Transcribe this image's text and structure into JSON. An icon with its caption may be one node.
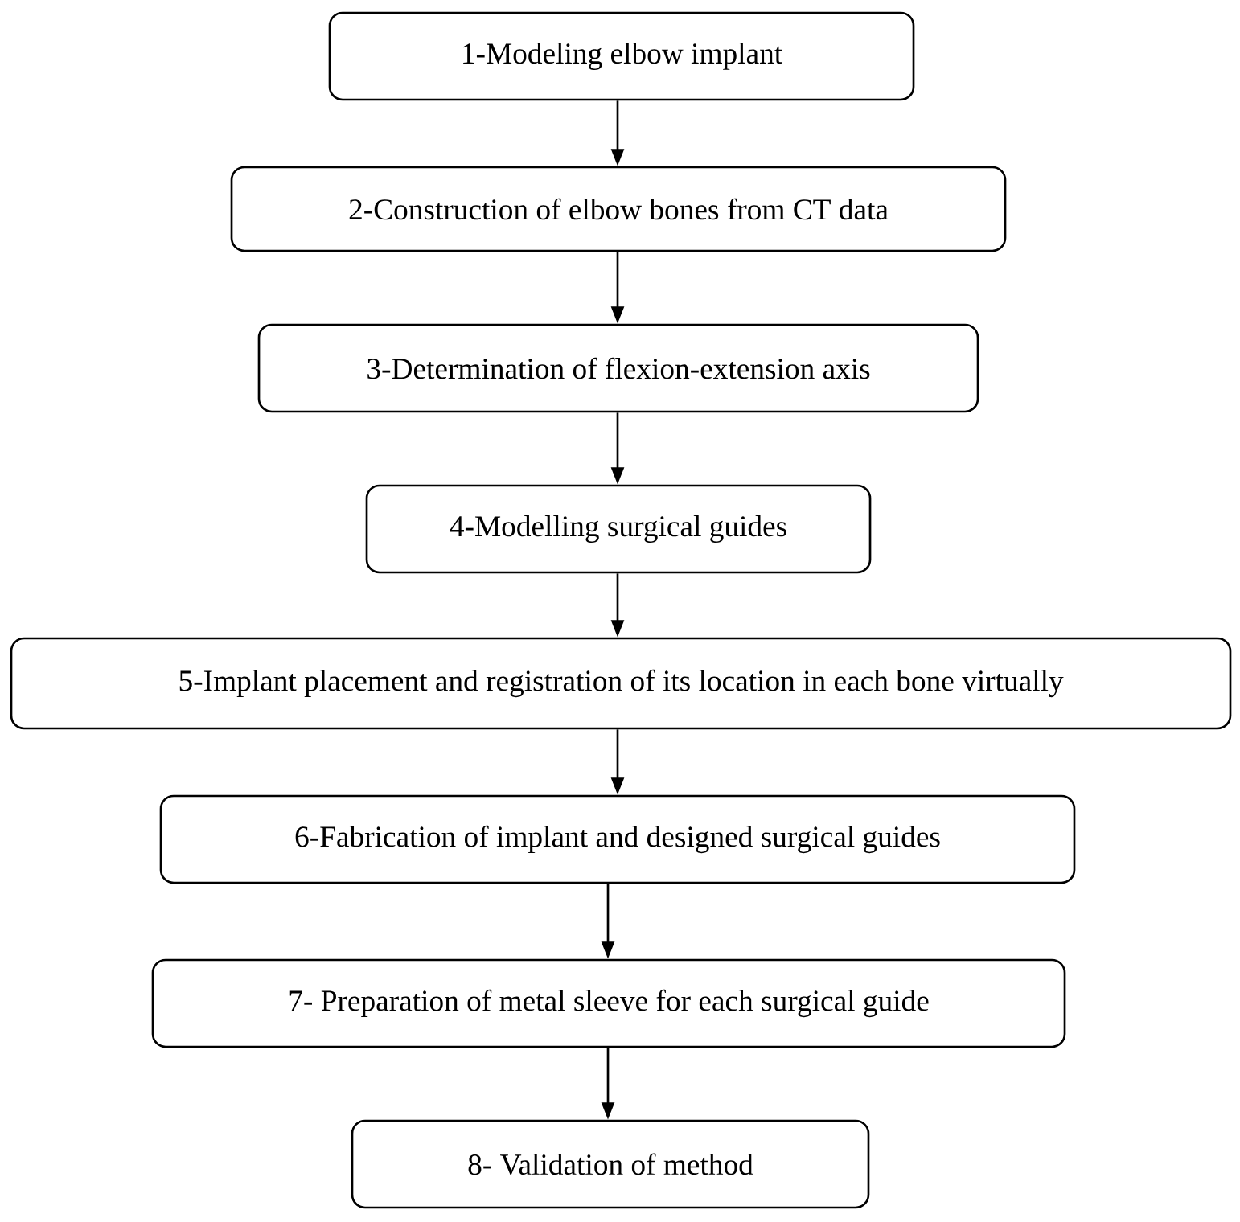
{
  "diagram": {
    "nodes": [
      {
        "text": [
          "1-Modeling elbow implant"
        ]
      },
      {
        "text": [
          "2-Construction of elbow bones from CT data"
        ]
      },
      {
        "text": [
          "3-Determination of flexion-extension axis"
        ]
      },
      {
        "text": [
          "4-Modelling surgical guides"
        ]
      },
      {
        "text": [
          "5-Implant placement and registration of its location in each bone virtually"
        ]
      },
      {
        "text": [
          "6-Fabrication of implant and designed surgical guides"
        ]
      },
      {
        "text": [
          "7- Preparation of metal sleeve for each surgical guide"
        ]
      },
      {
        "text": [
          "8- Validation of method"
        ]
      }
    ],
    "edges": [
      {
        "from": 0,
        "to": 1,
        "arrow": "to"
      },
      {
        "from": 1,
        "to": 2,
        "arrow": "to"
      },
      {
        "from": 2,
        "to": 3,
        "arrow": "to"
      },
      {
        "from": 3,
        "to": 4,
        "arrow": "to"
      },
      {
        "from": 4,
        "to": 5,
        "arrow": "to"
      },
      {
        "from": 5,
        "to": 6,
        "arrow": "to"
      },
      {
        "from": 6,
        "to": 7,
        "arrow": "to"
      }
    ]
  }
}
